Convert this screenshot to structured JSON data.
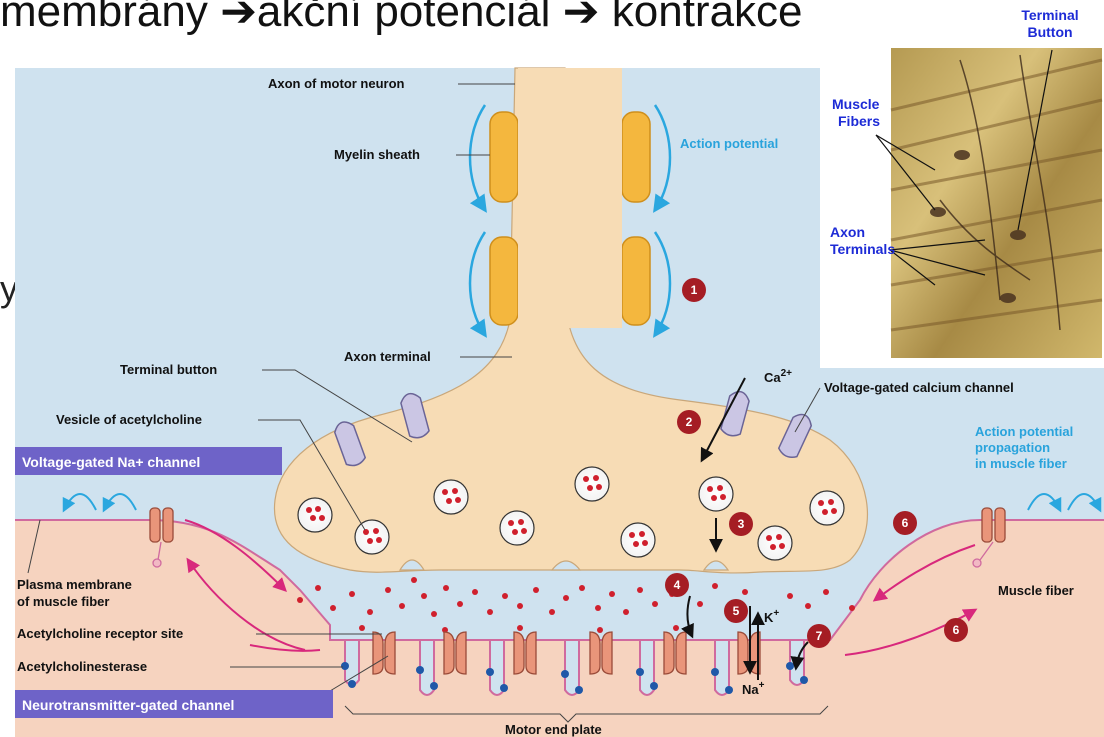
{
  "slide": {
    "title_fragment": "membrány ➔akční potenciál ➔ kontrakce",
    "side_fragment": "y"
  },
  "labels": {
    "axon_of_motor_neuron": "Axon of motor neuron",
    "myelin_sheath": "Myelin sheath",
    "action_potential": "Action potential",
    "axon_terminal": "Axon terminal",
    "terminal_button": "Terminal button",
    "vesicle_of_acetylcholine": "Vesicle of acetylcholine",
    "voltage_gated_na_channel": "Voltage-gated Na+ channel",
    "voltage_gated_calcium_channel": "Voltage-gated calcium channel",
    "ap_propagation_line1": "Action potential",
    "ap_propagation_line2": "propagation",
    "ap_propagation_line3": "in muscle fiber",
    "plasma_membrane_line1": "Plasma membrane",
    "plasma_membrane_line2": "of muscle fiber",
    "ach_receptor_site": "Acetylcholine receptor site",
    "acetylcholinesterase": "Acetylcholinesterase",
    "neurotransmitter_gated_channel": "Neurotransmitter-gated channel",
    "motor_end_plate": "Motor end plate",
    "muscle_fiber": "Muscle fiber",
    "ca_ion": "Ca",
    "ca_charge": "2+",
    "k_ion": "K",
    "k_charge": "+",
    "na_ion": "Na",
    "na_charge": "+"
  },
  "photo_labels": {
    "terminal_line1": "Terminal",
    "terminal_line2": "Button",
    "muscle_line1": "Muscle",
    "muscle_line2": "Fibers",
    "axon_line1": "Axon",
    "axon_line2": "Terminals"
  },
  "steps": [
    "1",
    "2",
    "3",
    "4",
    "5",
    "6",
    "6",
    "7"
  ],
  "colors": {
    "background_blue": "#cfe2ef",
    "neuron": "#f7dcb5",
    "muscle": "#f6d3bf",
    "myelin": "#f4b73e",
    "label_box": "#6e63c8",
    "step_badge": "#a51d24",
    "vesicle_dot": "#d0202d",
    "enzyme_dot": "#1f58a8",
    "arrow_blue": "#2aa7df",
    "arrow_magenta": "#d8287c"
  }
}
